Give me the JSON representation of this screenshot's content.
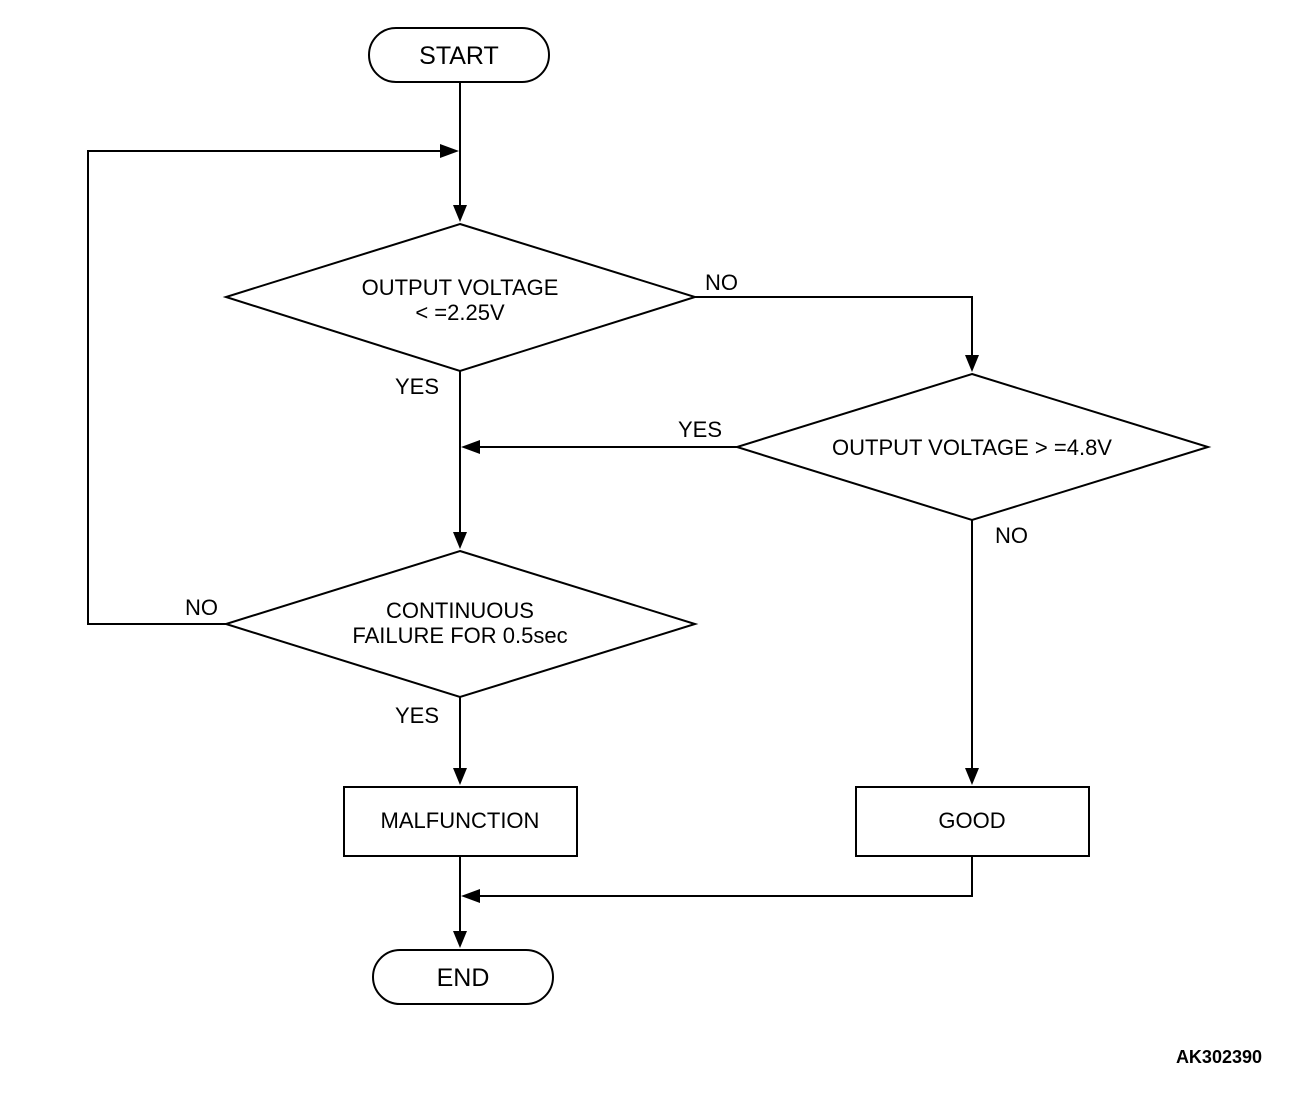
{
  "flowchart": {
    "start": {
      "label": "START"
    },
    "decision_low_voltage": {
      "line1": "OUTPUT VOLTAGE",
      "line2": "< =2.25V",
      "yes_label": "YES",
      "no_label": "NO"
    },
    "decision_high_voltage": {
      "label": "OUTPUT VOLTAGE > =4.8V",
      "yes_label": "YES",
      "no_label": "NO"
    },
    "decision_continuous": {
      "line1": "CONTINUOUS",
      "line2": "FAILURE FOR 0.5sec",
      "yes_label": "YES",
      "no_label": "NO"
    },
    "malfunction": {
      "label": "MALFUNCTION"
    },
    "good": {
      "label": "GOOD"
    },
    "end": {
      "label": "END"
    }
  },
  "figure_id": "AK302390"
}
